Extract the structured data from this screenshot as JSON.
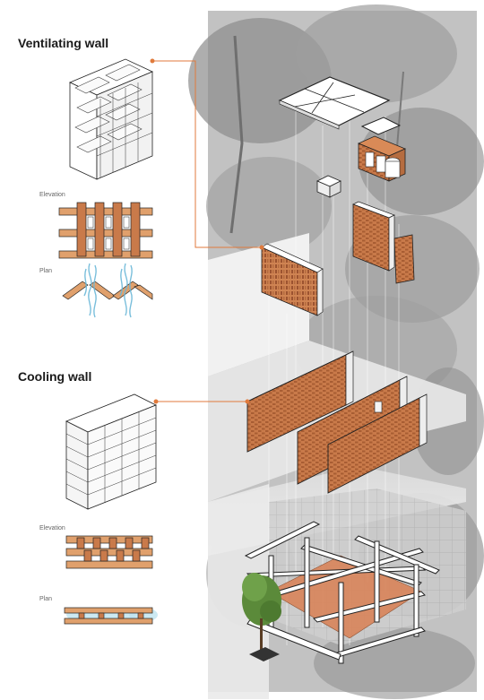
{
  "sections": {
    "ventilating": {
      "title": "Ventilating wall",
      "elevation_label": "Elevation",
      "plan_label": "Plan"
    },
    "cooling": {
      "title": "Cooling wall",
      "elevation_label": "Elevation",
      "plan_label": "Plan"
    }
  },
  "colors": {
    "brick": "#c97a4a",
    "brick_dark": "#a85d33",
    "brick_light": "#e0a06c",
    "leader": "#e07a3c",
    "ground": "#d9845a",
    "water": "#7fc8e0",
    "bg_trees": "#9a9a9a"
  }
}
